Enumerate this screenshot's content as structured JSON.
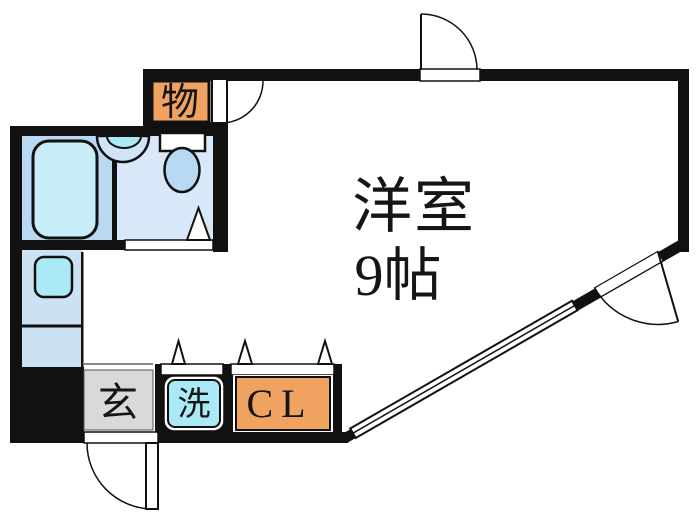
{
  "floorplan": {
    "rooms": {
      "main_room": {
        "label_line1": "洋室",
        "label_line2": "9帖"
      },
      "storage_top": {
        "label": "物"
      },
      "entrance": {
        "label": "玄"
      },
      "laundry": {
        "label": "洗"
      },
      "closet": {
        "label": "CL"
      }
    },
    "colors": {
      "wall": "#111111",
      "storage_orange": "#f0a261",
      "closet_orange": "#f0a261",
      "fixture_cyan": "#abe9f6",
      "bath_room_blue": "#b9d8f1",
      "toilet_room_blue": "#d8e8f8",
      "kitchen_blue": "#cbe1f4",
      "bathtub_fill": "#c8edf8",
      "basin_fill": "#cfe4f6",
      "toilet_bowl_fill": "#b9d8f1",
      "entrance_gray": "#d9d9d9",
      "background": "#ffffff"
    }
  }
}
